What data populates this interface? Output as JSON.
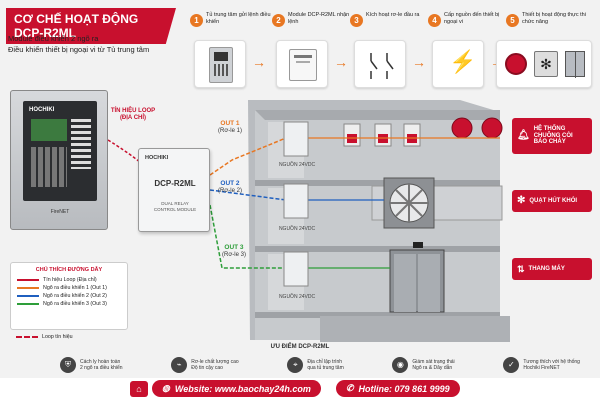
{
  "header": {
    "title": "CƠ CHẾ HOẠT ĐỘNG DCP-R2ML",
    "subtitle_1": "Module điều khiển 2 ngõ ra",
    "subtitle_2": "Điều khiển thiết bị ngoại vi từ Tủ trung tâm"
  },
  "steps": [
    {
      "num": "1",
      "label": "Tủ trung tâm gửi lệnh điều khiển"
    },
    {
      "num": "2",
      "label": "Module DCP-R2ML nhận lệnh"
    },
    {
      "num": "3",
      "label": "Kích hoạt rơ-le đầu ra"
    },
    {
      "num": "4",
      "label": "Cấp nguồn đến thiết bị ngoại vi"
    },
    {
      "num": "5",
      "label": "Thiết bị hoạt động thực thi chức năng"
    }
  ],
  "panel": {
    "brand": "HOCHIKI",
    "model": "FireNET"
  },
  "loop": {
    "label_1": "TÍN HIỆU LOOP",
    "label_2": "(ĐỊA CHỈ)"
  },
  "module": {
    "brand": "HOCHIKI",
    "name": "DCP-R2ML",
    "desc_1": "DUAL RELAY",
    "desc_2": "CONTROL MODULE"
  },
  "outputs": [
    {
      "name": "OUT 1",
      "sub": "(Rơ-le 1)",
      "color": "#e87722"
    },
    {
      "name": "OUT 2",
      "sub": "(Rơ-le 2)",
      "color": "#1f5fbf"
    },
    {
      "name": "OUT 3",
      "sub": "(Rơ-le 3)",
      "color": "#2e9e3a"
    }
  ],
  "sources": [
    "NGUỒN 24VDC",
    "NGUỒN 24VDC",
    "NGUỒN 24VDC"
  ],
  "systems": [
    {
      "label_1": "HỆ THỐNG",
      "label_2": "CHUÔNG CÒI",
      "label_3": "BÁO CHÁY",
      "icon": "bell-icon"
    },
    {
      "label_1": "QUẠT HÚT KHÓI",
      "label_2": "",
      "label_3": "",
      "icon": "fan-icon"
    },
    {
      "label_1": "THANG MÁY",
      "label_2": "",
      "label_3": "",
      "icon": "elevator-icon"
    }
  ],
  "legend": {
    "title": "CHÚ THÍCH ĐƯỜNG DÂY",
    "items": [
      {
        "label": "Tín hiệu Loop (Địa chỉ)",
        "color": "#c8102e"
      },
      {
        "label": "Ngõ ra điều khiển 1 (Out 1)",
        "color": "#e87722"
      },
      {
        "label": "Ngõ ra điều khiển 2 (Out 2)",
        "color": "#1f5fbf"
      },
      {
        "label": "Ngõ ra điều khiển 3 (Out 3)",
        "color": "#2e9e3a"
      }
    ],
    "loop_label": "Loop tín hiệu"
  },
  "benefits": {
    "title": "ƯU ĐIỂM DCP-R2ML",
    "items": [
      {
        "line_1": "Cách ly hoàn toàn",
        "line_2": "2 ngõ ra điều khiển",
        "icon": "shield-icon"
      },
      {
        "line_1": "Rơ-le chất lượng cao",
        "line_2": "Độ tin cậy cao",
        "icon": "relay-icon"
      },
      {
        "line_1": "Địa chỉ lập trình",
        "line_2": "qua tủ trung tâm",
        "icon": "address-icon"
      },
      {
        "line_1": "Giám sát trạng thái",
        "line_2": "Ngõ ra & Dây dẫn",
        "icon": "monitor-icon"
      },
      {
        "line_1": "Tương thích với hệ thống",
        "line_2": "Hochiki FireNET",
        "icon": "compat-icon"
      }
    ]
  },
  "footer": {
    "website": "Website: www.baochay24h.com",
    "hotline": "Hotline: 079 861 9999"
  },
  "colors": {
    "brand_red": "#c8102e",
    "orange": "#e87722",
    "blue": "#1f5fbf",
    "green": "#2e9e3a"
  }
}
